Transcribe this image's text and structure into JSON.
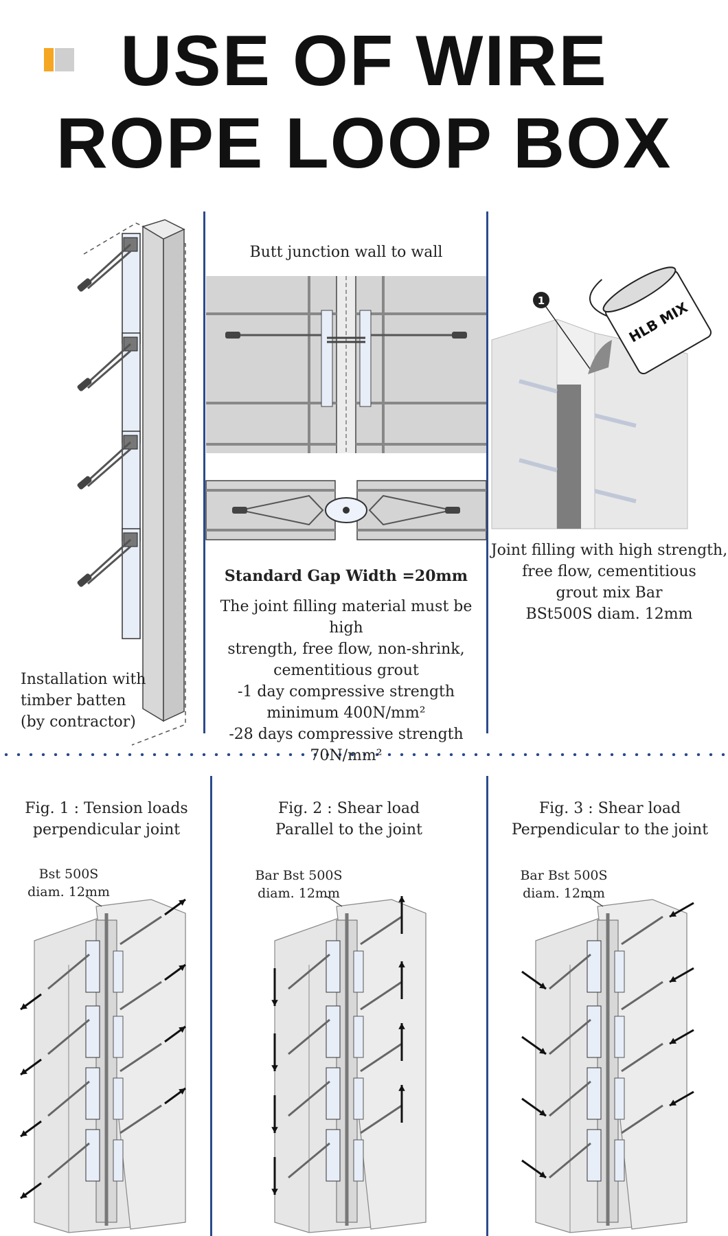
{
  "header": {
    "title_line1": "USE OF WIRE",
    "title_line2": "ROPE LOOP BOX",
    "logo_colors": [
      "#f5a623",
      "#cfcfcf"
    ]
  },
  "panel_installation": {
    "caption_lines": [
      "Installation with",
      "timber batten",
      "(by contractor)"
    ]
  },
  "panel_butt_junction": {
    "title": "Butt junction wall to wall",
    "gap_heading": "Standard Gap Width =20mm",
    "body_lines": [
      "The joint filling material must be high",
      "strength, free flow, non-shrink,",
      "cementitious grout",
      "-1 day compressive strength",
      "minimum 400N/mm²",
      "-28 days compressive strength",
      "70N/mm²"
    ]
  },
  "panel_filling": {
    "marker": "1",
    "bucket_label": "HLB MIX",
    "caption_lines": [
      "Joint filling with high strength,",
      "free flow, cementitious",
      "grout mix Bar",
      "BSt500S diam. 12mm"
    ]
  },
  "figures": [
    {
      "title_lines": [
        "Fig. 1 : Tension loads",
        "perpendicular joint"
      ],
      "bar_lines": [
        "Bst 500S",
        "diam. 12mm"
      ]
    },
    {
      "title_lines": [
        "Fig. 2 : Shear load",
        "Parallel to the joint"
      ],
      "bar_lines": [
        "Bar Bst 500S",
        "diam. 12mm"
      ]
    },
    {
      "title_lines": [
        "Fig. 3 : Shear load",
        "Perpendicular to the joint"
      ],
      "bar_lines": [
        "Bar Bst 500S",
        "diam. 12mm"
      ]
    }
  ],
  "colors": {
    "divider": "#2b4a8c",
    "concrete": "#dedede",
    "steel": "#aab4c6"
  }
}
